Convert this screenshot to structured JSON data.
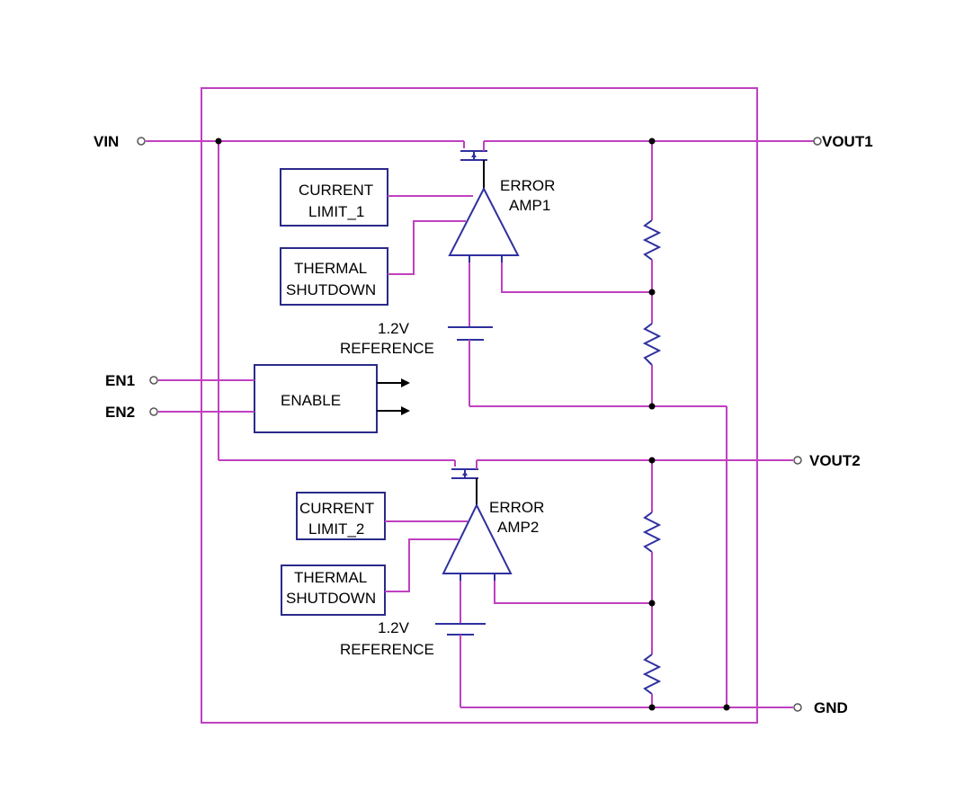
{
  "pins": {
    "vin": "VIN",
    "en1": "EN1",
    "en2": "EN2",
    "vout1": "VOUT1",
    "vout2": "VOUT2",
    "gnd": "GND"
  },
  "blocks": {
    "current_limit_1": [
      "CURRENT",
      "LIMIT_1"
    ],
    "thermal_1": [
      "THERMAL",
      "SHUTDOWN"
    ],
    "current_limit_2": [
      "CURRENT",
      "LIMIT_2"
    ],
    "thermal_2": [
      "THERMAL",
      "SHUTDOWN"
    ],
    "enable": "ENABLE"
  },
  "amps": {
    "amp1": [
      "ERROR",
      "AMP1"
    ],
    "amp2": [
      "ERROR",
      "AMP2"
    ]
  },
  "references": {
    "ref1": [
      "1.2V",
      "REFERENCE"
    ],
    "ref2": [
      "1.2V",
      "REFERENCE"
    ]
  },
  "colors": {
    "wire": "#c040c0",
    "component": "#3030a0"
  }
}
